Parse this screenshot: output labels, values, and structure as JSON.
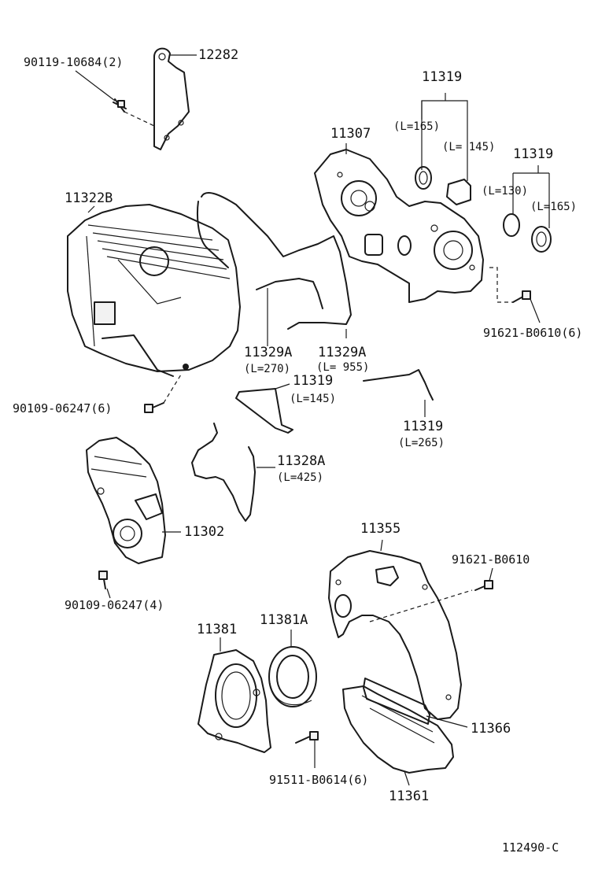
{
  "labels": {
    "p_12282": "12282",
    "p_90119": "90119-10684(2)",
    "p_11322B": "11322B",
    "p_11307": "11307",
    "p_11319_top": "11319",
    "p_L165_a": "(L=165)",
    "p_L145_a": "(L= 145)",
    "p_11319_right": "11319",
    "p_L130": "(L=130)",
    "p_L165_b": "(L=165)",
    "p_91621_6": "91621-B0610(6)",
    "p_11329A_1": "11329A",
    "p_L270": "(L=270)",
    "p_11329A_2": "11329A",
    "p_L955": "(L= 955)",
    "p_11319_mid": "11319",
    "p_L145_b": "(L=145)",
    "p_11319_low": "11319",
    "p_L265": "(L=265)",
    "p_90109_6": "90109-06247(6)",
    "p_11328A": "11328A",
    "p_L425": "(L=425)",
    "p_11302": "11302",
    "p_90109_4": "90109-06247(4)",
    "p_11355": "11355",
    "p_91621": "91621-B0610",
    "p_11381": "11381",
    "p_11381A": "11381A",
    "p_11366": "11366",
    "p_91511": "91511-B0614(6)",
    "p_11361": "11361",
    "ref": "112490-C"
  }
}
